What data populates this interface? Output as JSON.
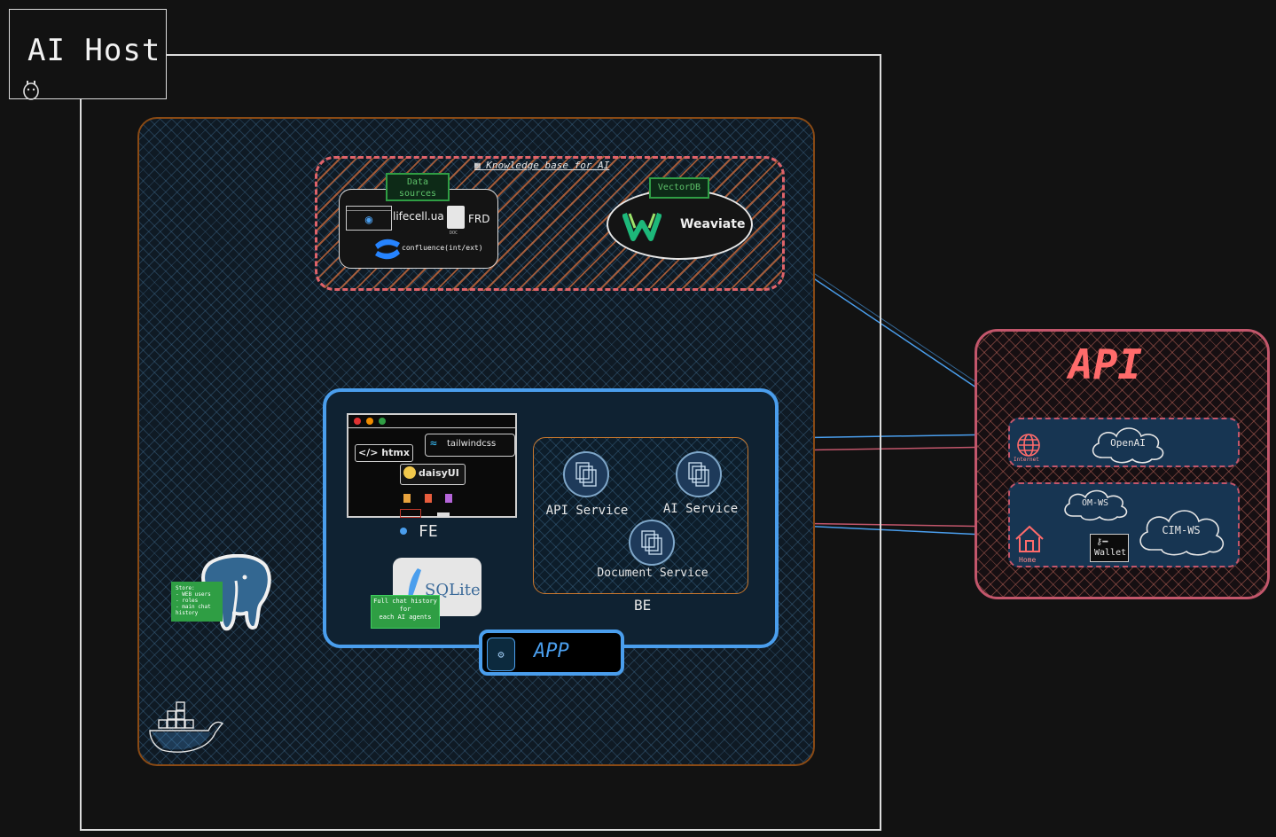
{
  "host": {
    "title": "AI Host"
  },
  "knowledge_base": {
    "title": "Knowledge base for AI",
    "data_sources_tag": "Data sources",
    "sources": {
      "website": "lifecell.ua",
      "doc": "FRD",
      "doc_caption": "DOC",
      "confluence": "confluence(int/ext)"
    },
    "vector_tag": "VectorDB",
    "vector_db": "Weaviate"
  },
  "app": {
    "label": "APP",
    "fe": {
      "label": "FE",
      "htmx": "</> htmx",
      "tailwind": "tailwindcss",
      "daisy": "daisyUI"
    },
    "be": {
      "label": "BE",
      "services": [
        "API Service",
        "AI Service",
        "Document Service"
      ]
    },
    "sqlite": {
      "label": "SQLite",
      "note": [
        "Full chat history",
        "for",
        "each AI agents"
      ]
    }
  },
  "postgres": {
    "note": [
      "Store:",
      "- WEB users",
      "- roles",
      "- main chat",
      "history"
    ]
  },
  "api": {
    "title": "API",
    "internet": {
      "label": "Internet",
      "service": "OpenAI"
    },
    "home": {
      "label": "Home",
      "services": [
        "OM-WS",
        "CIM-WS"
      ],
      "wallet": "Wallet"
    }
  },
  "colors": {
    "host_border": "#ffffff",
    "docker_border": "#8a4a14",
    "knowledge_border": "#e03131",
    "app_border": "#4a9eed",
    "api_border": "#c2566b",
    "api_title": "#ff6b6b",
    "green_tag": "#2f9e44"
  }
}
